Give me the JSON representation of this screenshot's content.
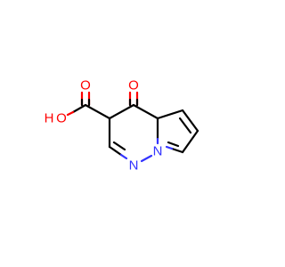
{
  "molecule": {
    "atoms": {
      "ketone_o": {
        "label": "O",
        "color": "#ff0000"
      },
      "hydroxyl_o": {
        "label": "O",
        "color": "#ff0000"
      },
      "hydroxyl_h": {
        "label": "H",
        "color": "#ff0000"
      },
      "carbonyl_o": {
        "label": "O",
        "color": "#ff0000"
      },
      "ring_n": {
        "label": "N",
        "color": "#3333ff"
      },
      "bridge_n": {
        "label": "N",
        "color": "#3333ff"
      }
    },
    "colors": {
      "bond": "#000000",
      "oxygen": "#ff0000",
      "nitrogen": "#3333ff"
    }
  }
}
